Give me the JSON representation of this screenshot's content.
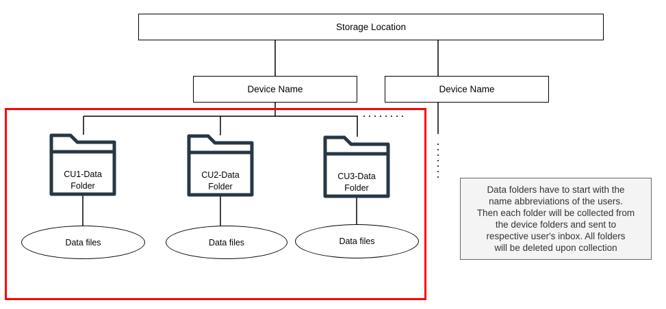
{
  "colors": {
    "red_accent": "#ff0000",
    "line": "#000000",
    "text": "#000000",
    "folder_stroke": "#283745",
    "dots": "#333b45",
    "note_bg": "#f4f4f4",
    "note_border": "#666666",
    "note_text": "#333333"
  },
  "nodes": {
    "storage": {
      "label": "Storage Location"
    },
    "devices": [
      {
        "label": "Device Name"
      },
      {
        "label": "Device Name"
      }
    ],
    "folders": [
      {
        "label": "CU1-Data Folder"
      },
      {
        "label": "CU2-Data Folder"
      },
      {
        "label": "CU3-Data Folder"
      }
    ],
    "data_files": [
      {
        "label": "Data files"
      },
      {
        "label": "Data files"
      },
      {
        "label": "Data files"
      }
    ]
  },
  "note": {
    "lines": [
      "Data folders have to start with the",
      "name abbreviations of the users.",
      "Then each folder will be collected from",
      "the device folders and sent to",
      "respective user's inbox. All folders",
      "will be deleted upon collection"
    ]
  }
}
